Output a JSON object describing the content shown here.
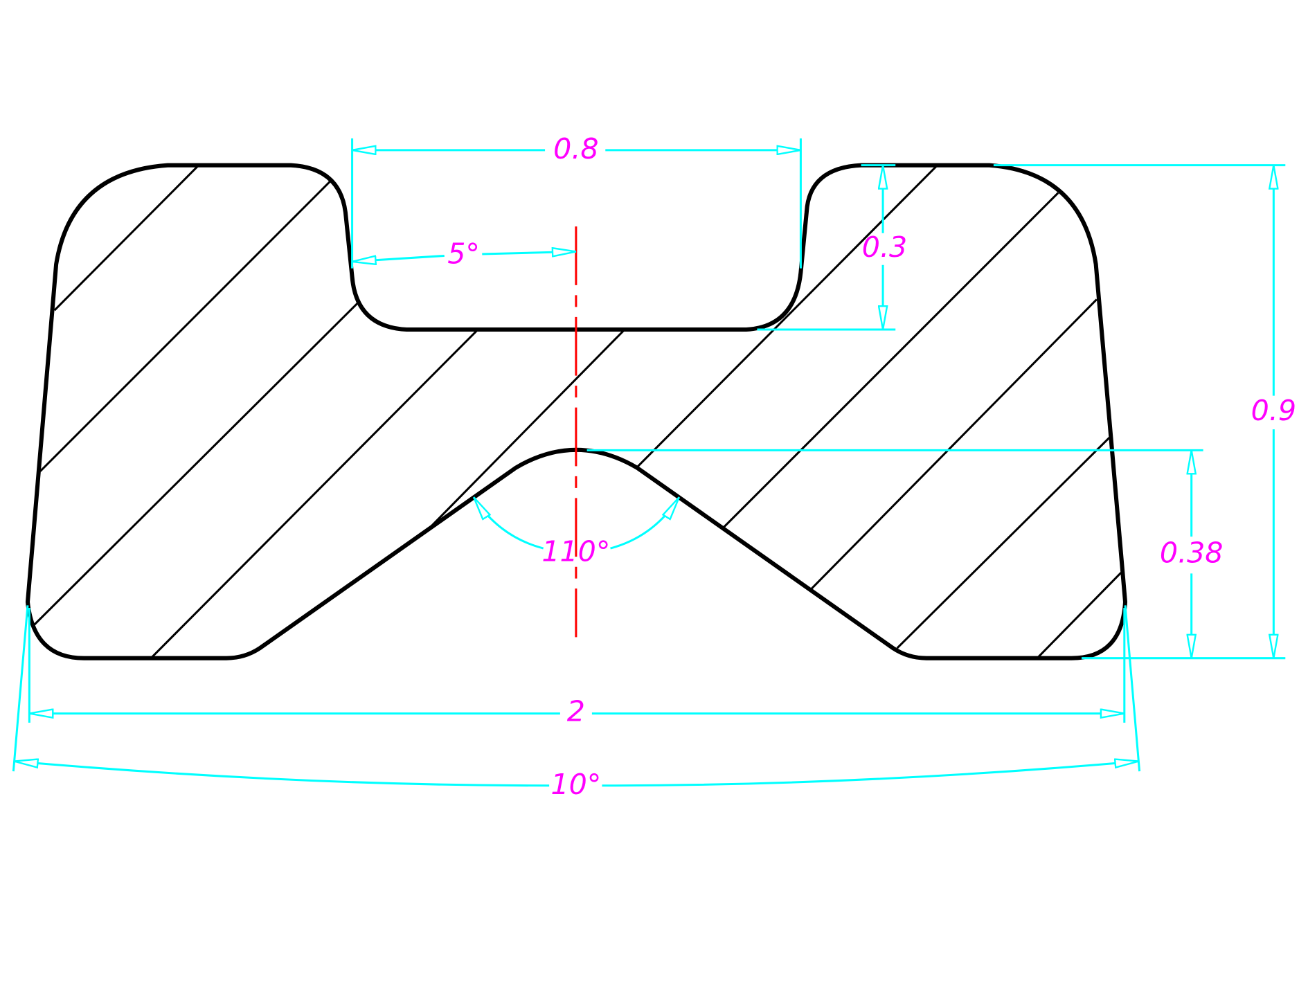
{
  "dimensions": {
    "slot_width": "0.8",
    "draft_angle": "5°",
    "slot_depth": "0.3",
    "total_height": "0.9",
    "notch_height": "0.38",
    "notch_angle": "110°",
    "total_width": "2",
    "side_angle": "10°"
  },
  "colors": {
    "outline": "#000000",
    "dimension": "#00ffff",
    "text": "#ff00ff",
    "centerline": "#ff0000"
  }
}
